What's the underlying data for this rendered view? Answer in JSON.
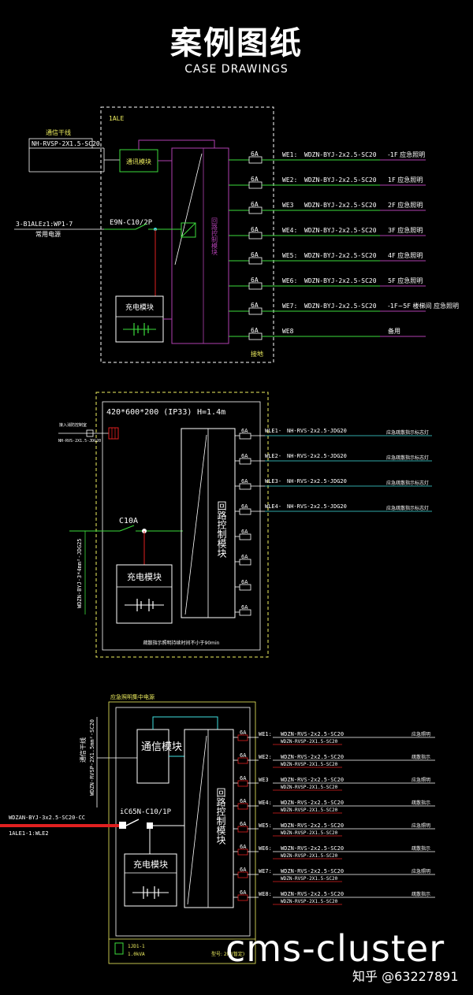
{
  "header": {
    "title": "案例图纸",
    "subtitle": "CASE DRAWINGS"
  },
  "d1": {
    "panel_tag": "1ALE",
    "bus_note": "接地",
    "in1_label": "通信干线",
    "in1_cable": "NH-RVSP-2X1.5-SC20",
    "comm_module": "通讯模块",
    "in2_source": "3-B1ALEz1:WP1-7",
    "in2_label": "常用电源",
    "breaker": "E9N-C10/2P",
    "charge_module": "充电模块",
    "control_label": "回路控制模块",
    "circuits": [
      {
        "fuse": "6A",
        "id": "WE1:",
        "cable": "WDZN-BYJ-2x2.5-SC20",
        "load": "-1F 应急照明"
      },
      {
        "fuse": "6A",
        "id": "WE2:",
        "cable": "WDZN-BYJ-2x2.5-SC20",
        "load": "1F 应急照明"
      },
      {
        "fuse": "6A",
        "id": "WE3",
        "cable": "WDZN-BYJ-2x2.5-SC20",
        "load": "2F 应急照明"
      },
      {
        "fuse": "6A",
        "id": "WE4:",
        "cable": "WDZN-BYJ-2x2.5-SC20",
        "load": "3F 应急照明"
      },
      {
        "fuse": "6A",
        "id": "WE5:",
        "cable": "WDZN-BYJ-2x2.5-SC20",
        "load": "4F 应急照明"
      },
      {
        "fuse": "6A",
        "id": "WE6:",
        "cable": "WDZN-BYJ-2x2.5-SC20",
        "load": "5F 应急照明"
      },
      {
        "fuse": "6A",
        "id": "WE7:",
        "cable": "WDZN-BYJ-2x2.5-SC20",
        "load": "-1F~5F 楼梯间 应急照明"
      },
      {
        "fuse": "6A",
        "id": "WE8",
        "cable": "",
        "load": "备用"
      }
    ]
  },
  "d2": {
    "spec": "420*600*200 (IP33)",
    "height": "H=1.4m",
    "in_label": "接入消防控制室",
    "in_cable": "NH-RVS-2X1.5-JDG20",
    "breaker": "C10A",
    "feed_cable": "WDZN-BYJ-3*4mm²-JDG25",
    "charge_module": "充电模块",
    "control_label": "回路控制模块",
    "note": "疏散指示照明持续时间不小于90min",
    "circuits": [
      {
        "fuse": "6A",
        "id": "WLE1-",
        "cable": "NH-RVS-2x2.5-JDG20",
        "load": "应急疏散指示标志灯"
      },
      {
        "fuse": "6A",
        "id": "WLE2-",
        "cable": "NH-RVS-2x2.5-JDG20",
        "load": "应急疏散指示标志灯"
      },
      {
        "fuse": "6A",
        "id": "WLE3-",
        "cable": "NH-RVS-2x2.5-JDG20",
        "load": "应急疏散指示标志灯"
      },
      {
        "fuse": "6A",
        "id": "WLE4-",
        "cable": "NH-RVS-2x2.5-JDG20",
        "load": "应急疏散指示标志灯"
      },
      {
        "fuse": "6A",
        "id": "",
        "cable": "",
        "load": ""
      },
      {
        "fuse": "6A",
        "id": "",
        "cable": "",
        "load": ""
      },
      {
        "fuse": "6A",
        "id": "",
        "cable": "",
        "load": ""
      },
      {
        "fuse": "6A",
        "id": "",
        "cable": "",
        "load": ""
      }
    ]
  },
  "d3": {
    "title": "应急照明集中电源",
    "in_label": "通信干线",
    "in_cable": "WDZN-RVSP-2X1.5mm²-SC20",
    "comm_module": "通信模块",
    "feed_cable": "WDZAN-BYJ-3x2.5-SC20-CC",
    "feed_source": "1ALE1-1:WLE2",
    "breaker": "iC65N-C10/1P",
    "charge_module": "充电模块",
    "control_label": "回路控制模块",
    "footer_id": "1JD1-1",
    "footer_power": "1.0kVA",
    "footer_note": "型号: 2h/(暂定)",
    "circuits": [
      {
        "fuse": "6A",
        "id": "WE1:",
        "cable": "WDZN-RVS-2x2.5-SC20",
        "cable2": "WDZN-RVSP-2X1.5-SC20",
        "load": "应急照明"
      },
      {
        "fuse": "6A",
        "id": "WE2:",
        "cable": "WDZN-RVS-2x2.5-SC20",
        "cable2": "WDZN-RVSP-2X1.5-SC20",
        "load": "疏散指示"
      },
      {
        "fuse": "6A",
        "id": "WE3",
        "cable": "WDZN-RVS-2x2.5-SC20",
        "cable2": "WDZN-RVSP-2X1.5-SC20",
        "load": "应急照明"
      },
      {
        "fuse": "6A",
        "id": "WE4:",
        "cable": "WDZN-RVS-2x2.5-SC20",
        "cable2": "WDZN-RVSP-2X1.5-SC20",
        "load": "疏散指示"
      },
      {
        "fuse": "6A",
        "id": "WE5:",
        "cable": "WDZN-RVS-2x2.5-SC20",
        "cable2": "WDZN-RVSP-2X1.5-SC20",
        "load": "应急照明"
      },
      {
        "fuse": "6A",
        "id": "WE6:",
        "cable": "WDZN-RVS-2x2.5-SC20",
        "cable2": "WDZN-RVSP-2X1.5-SC20",
        "load": "疏散指示"
      },
      {
        "fuse": "6A",
        "id": "WE7:",
        "cable": "WDZN-RVS-2x2.5-SC20",
        "cable2": "WDZN-RVSP-2X1.5-SC20",
        "load": "应急照明"
      },
      {
        "fuse": "6A",
        "id": "WE8:",
        "cable": "WDZN-RVS-2x2.5-SC20",
        "cable2": "WDZN-RVSP-2X1.5-SC20",
        "load": "疏散指示"
      }
    ]
  },
  "watermark": {
    "text": "cms-cluster",
    "source": "知乎 @63227891"
  },
  "colors": {
    "green": "#3cdc3c",
    "magenta": "#b040b0",
    "white": "#ffffff",
    "yellow": "#f0f060",
    "red": "#e02020",
    "cyan": "#40e0e0"
  }
}
